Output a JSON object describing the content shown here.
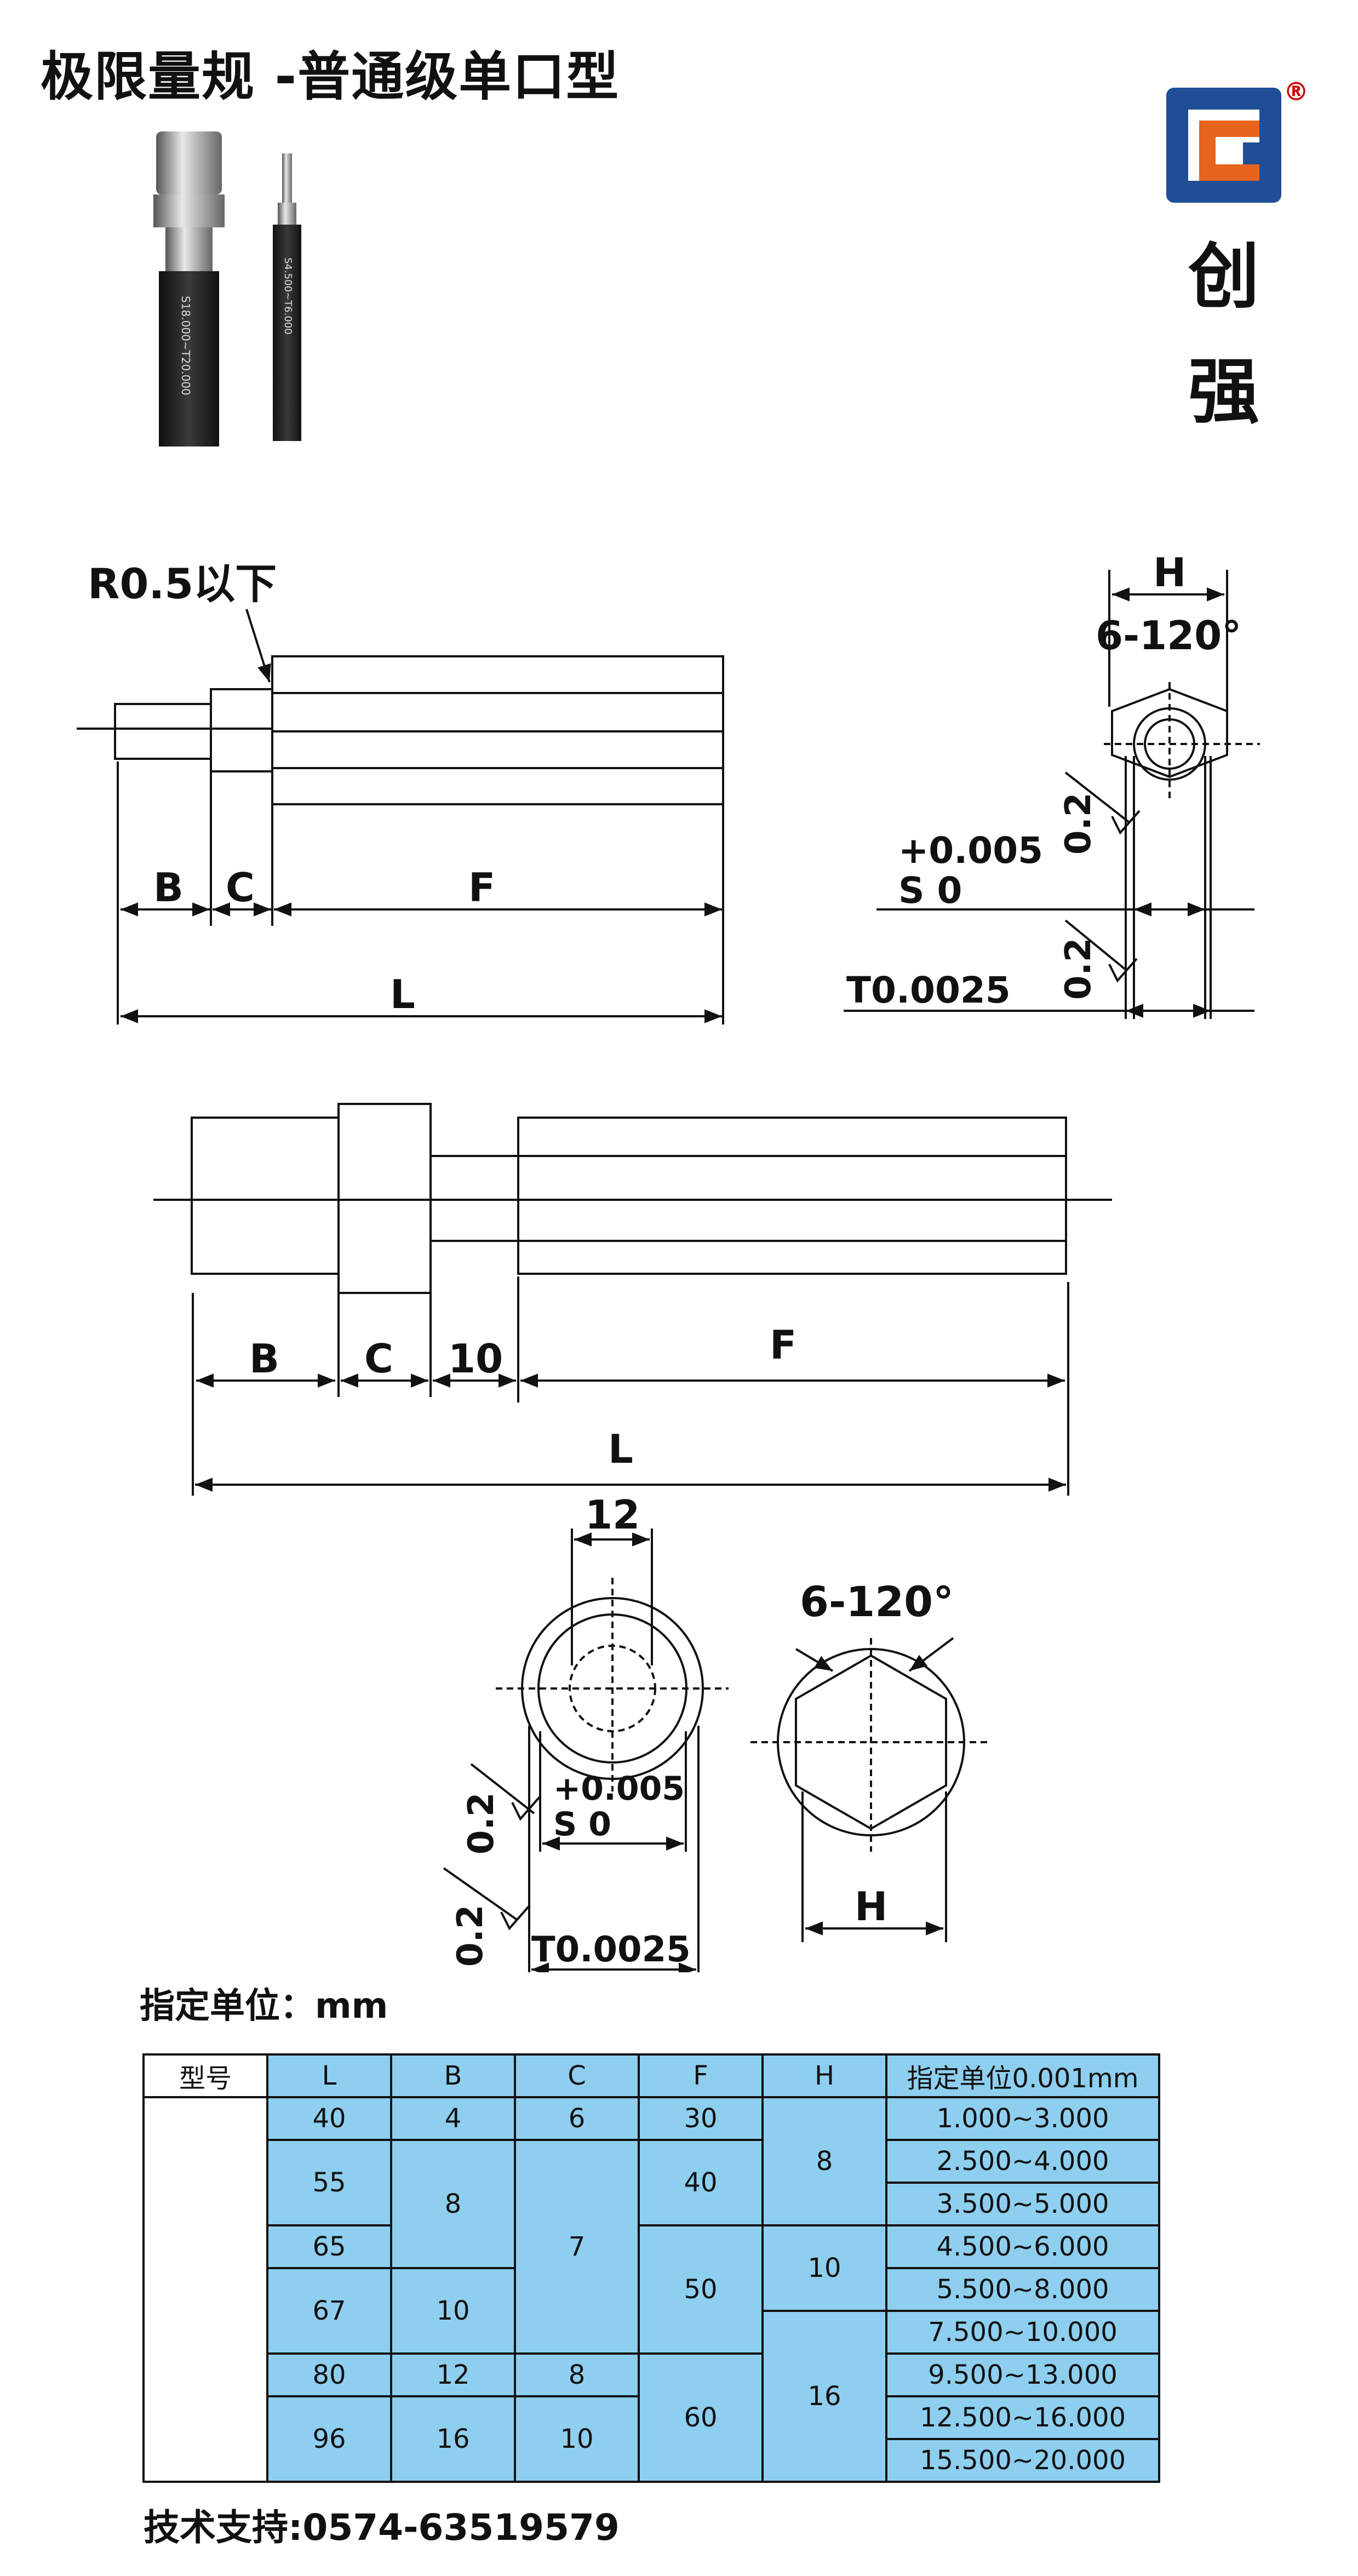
{
  "title": "极限量规 -普通级单口型",
  "brand": {
    "chars": [
      "创",
      "强"
    ],
    "registered": "®",
    "colors": {
      "blue": "#1f4e96",
      "orange": "#e8641c"
    }
  },
  "photo": {
    "gauge_left_text": "S18.000~T20.000",
    "gauge_right_text": "S4.500~T6.000"
  },
  "drawing1": {
    "note": "R0.5以下",
    "dims": {
      "b": "B",
      "c": "C",
      "f": "F",
      "l": "L",
      "h": "H",
      "angle": "6-120°",
      "rough1": "0.2",
      "rough2": "0.2",
      "tol_plus": "+0.005",
      "tol_s": "S 0",
      "tol_t": "T0.0025"
    }
  },
  "drawing2": {
    "dims": {
      "b": "B",
      "c": "C",
      "ten": "10",
      "f": "F",
      "l": "L",
      "twelve": "12",
      "angle": "6-120°",
      "h": "H",
      "rough1": "0.2",
      "rough2": "0.2",
      "tol_plus": "+0.005",
      "tol_s": "S 0",
      "tol_t": "T0.0025"
    }
  },
  "unit_label": "指定单位：mm",
  "table": {
    "headers": [
      "型号",
      "L",
      "B",
      "C",
      "F",
      "H",
      "指定单位0.001mm"
    ],
    "L": [
      "40",
      "55",
      "65",
      "67",
      "80",
      "96"
    ],
    "B": [
      "4",
      "8",
      "10",
      "12",
      "16"
    ],
    "C": [
      "6",
      "7",
      "8",
      "10"
    ],
    "F": [
      "30",
      "40",
      "50",
      "60"
    ],
    "H": [
      "8",
      "10",
      "16"
    ],
    "ranges": [
      "1.000~3.000",
      "2.500~4.000",
      "3.500~5.000",
      "4.500~6.000",
      "5.500~8.000",
      "7.500~10.000",
      "9.500~13.000",
      "12.500~16.000",
      "15.500~20.000"
    ]
  },
  "tech_support": "技术支持:0574-63519579"
}
